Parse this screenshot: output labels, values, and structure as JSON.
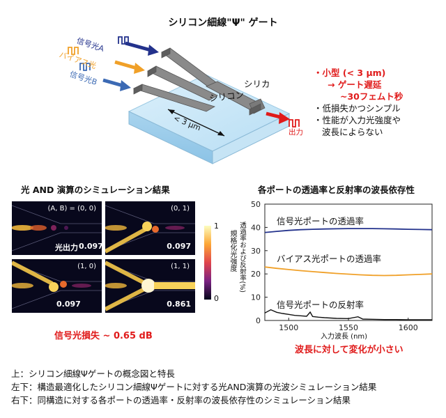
{
  "figure": {
    "title": "シリコン細線\"Ψ\" ゲート",
    "inputs": {
      "signal_a": "信号光A",
      "bias": "バイアス光",
      "signal_b": "信号光B"
    },
    "silica_label": "シリカ",
    "silicon_label": "シリコン",
    "dimension_label": "< 3 μm",
    "output_label": "出力",
    "features": [
      "・小型 (< 3 μm)",
      "→ ゲート遅延",
      "~30フェムト秒",
      "・低損失かつシンプル",
      "・性能が入力光強度や",
      "波長によらない"
    ],
    "colors": {
      "signal_a": "#23328c",
      "bias": "#f0a028",
      "signal_b": "#3c6ab4",
      "output": "#e01b1b",
      "highlight": "#e01b1b"
    }
  },
  "simulation": {
    "title": "光 AND 演算のシミュレーション結果",
    "output_caption": "光出力",
    "panels": [
      {
        "label": "(A, B) = (0, 0)",
        "value": "0.097"
      },
      {
        "label": "(0, 1)",
        "value": "0.097"
      },
      {
        "label": "(1, 0)",
        "value": "0.097"
      },
      {
        "label": "(1, 1)",
        "value": "0.861"
      }
    ],
    "colorbar": {
      "label": "規格化光強度",
      "max": "1",
      "min": "0"
    },
    "loss_note": "信号光損失 ~ 0.65 dB"
  },
  "chart_data": {
    "type": "line",
    "title": "各ポートの透過率と反射率の波長依存性",
    "xlabel": "入力波長 (nm)",
    "ylabel": "透過率および反射率(%)",
    "xlim": [
      1480,
      1620
    ],
    "ylim": [
      0,
      50
    ],
    "xticks": [
      1500,
      1550,
      1600
    ],
    "yticks": [
      0,
      10,
      20,
      30,
      40,
      50
    ],
    "series": [
      {
        "name": "信号光ポートの透過率",
        "color": "#23328c",
        "x": [
          1480,
          1490,
          1500,
          1510,
          1520,
          1530,
          1540,
          1550,
          1560,
          1570,
          1580,
          1590,
          1600,
          1610,
          1620
        ],
        "y": [
          37.8,
          38.3,
          38.7,
          39.0,
          39.2,
          39.3,
          39.4,
          39.5,
          39.5,
          39.5,
          39.4,
          39.3,
          39.2,
          39.1,
          39.0
        ]
      },
      {
        "name": "バイアス光ポートの透過率",
        "color": "#f0a028",
        "x": [
          1480,
          1490,
          1500,
          1510,
          1520,
          1530,
          1540,
          1550,
          1560,
          1570,
          1580,
          1590,
          1600,
          1610,
          1620
        ],
        "y": [
          23.0,
          22.4,
          21.9,
          21.4,
          21.0,
          20.6,
          20.2,
          19.9,
          19.6,
          19.4,
          19.3,
          19.4,
          19.6,
          19.8,
          20.0
        ]
      },
      {
        "name": "信号光ポートの反射率",
        "color": "#111111",
        "x": [
          1480,
          1485,
          1490,
          1495,
          1500,
          1505,
          1510,
          1515,
          1518,
          1520,
          1525,
          1530,
          1540,
          1550,
          1558,
          1562,
          1570,
          1580,
          1590,
          1600,
          1610,
          1620
        ],
        "y": [
          3.2,
          4.6,
          3.5,
          3.0,
          2.6,
          2.2,
          2.0,
          1.8,
          3.6,
          1.7,
          1.4,
          1.2,
          0.9,
          0.8,
          1.6,
          0.6,
          0.5,
          0.4,
          0.4,
          0.3,
          0.3,
          0.3
        ]
      }
    ],
    "note": "波長に対して変化が小さい"
  },
  "captions": [
    "上：シリコン細線Ψゲートの概念図と特長",
    "左下：構造最適化したシリコン細線Ψゲートに対する光AND演算の光波シミュレーション結果",
    "右下：同構造に対する各ポートの透過率・反射率の波長依存性のシミュレーション結果"
  ]
}
